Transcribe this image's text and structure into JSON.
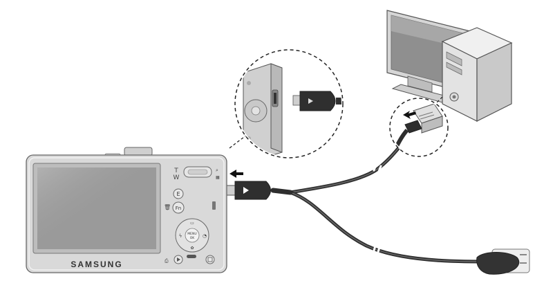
{
  "camera": {
    "brand": "SAMSUNG",
    "zoom_tele_label": "T",
    "zoom_wide_label": "W",
    "e_button_label": "E",
    "fn_button_label": "Fn",
    "menu_ok_label_line1": "MENU",
    "menu_ok_label_line2": "OK"
  },
  "icons": {
    "connection_arrow": "arrow-left-icon",
    "usb_arrow": "arrow-right-icon",
    "cable_plug_arrow": "play-triangle-icon"
  },
  "colors": {
    "camera_body": "#d9d9d9",
    "screen": "#9a9a9a",
    "cable": "#3a3a3a",
    "monitor_screen": "#8f8f8f",
    "tower": "#e8e8e8"
  }
}
